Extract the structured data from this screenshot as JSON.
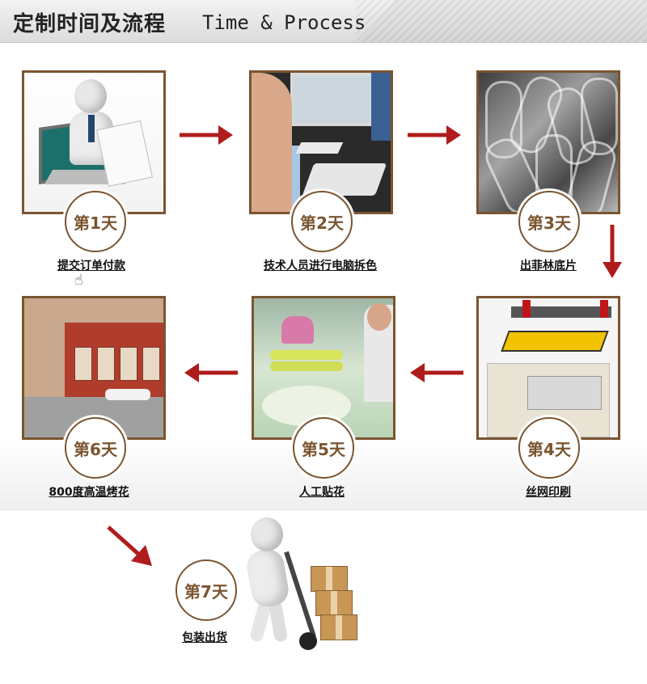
{
  "header": {
    "title": "定制时间及流程",
    "subtitle": "Time & Process"
  },
  "steps": [
    {
      "day": "第1天",
      "label": "提交订单付款"
    },
    {
      "day": "第2天",
      "label": "技术人员进行电脑拆色"
    },
    {
      "day": "第3天",
      "label": "出菲林底片"
    },
    {
      "day": "第4天",
      "label": "丝网印刷"
    },
    {
      "day": "第5天",
      "label": "人工贴花"
    },
    {
      "day": "第6天",
      "label": "800度高温烤花"
    },
    {
      "day": "第7天",
      "label": "包装出货"
    }
  ],
  "colors": {
    "frame_border": "#7a5530",
    "arrow": "#b01c1c",
    "header_bg": "#dddddd"
  },
  "icons": [
    "arrow-right-icon",
    "arrow-down-icon",
    "arrow-left-icon",
    "hand-cursor-icon"
  ]
}
